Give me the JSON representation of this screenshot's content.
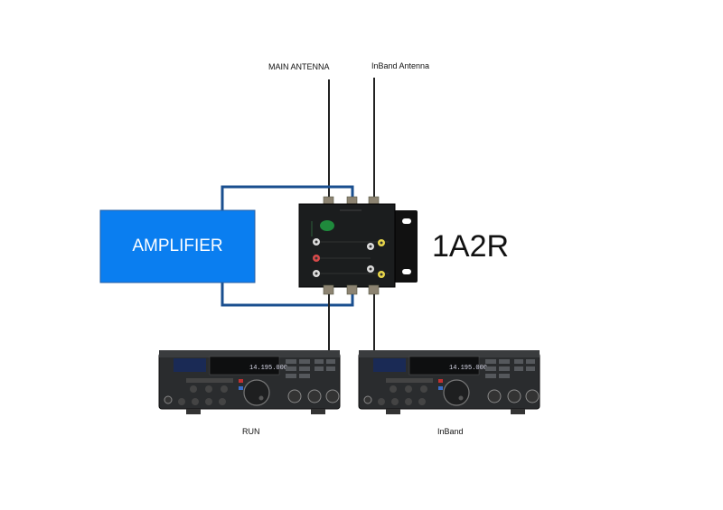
{
  "antennas": {
    "main": "MAIN ANTENNA",
    "inband": "InBand Antenna"
  },
  "amplifier": {
    "label": "AMPLIFIER",
    "color": "#0a7ef0"
  },
  "switch": {
    "model_label": "1A2R"
  },
  "radios": [
    {
      "label": "RUN",
      "display_freq": "14.195.000"
    },
    {
      "label": "InBand",
      "display_freq": "14.195.000"
    }
  ],
  "colors": {
    "coax_amp": "#1a4f8f",
    "coax_antenna": "#222222",
    "device_body": "#1b1d1e",
    "radio_body": "#2a2c2e"
  }
}
